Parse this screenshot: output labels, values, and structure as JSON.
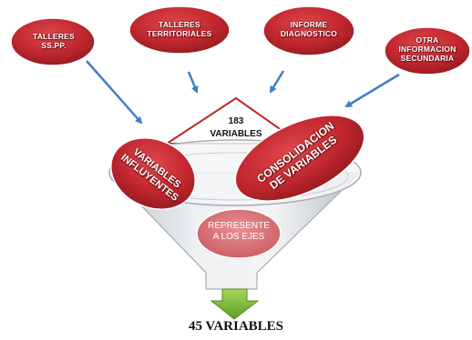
{
  "sources": [
    {
      "label": "TALLERES\nSS.PP."
    },
    {
      "label": "TALLERES\nTERRITORIALES"
    },
    {
      "label": "INFORME\nDIAGNOSTICO"
    },
    {
      "label": "OTRA\nINFORMACION\nSECUNDARIA"
    }
  ],
  "triangle": {
    "count": "183",
    "word": "VARIABLES"
  },
  "funnel": {
    "left": "VARIABLES\nINFLUYENTES",
    "right": "CONSOLIDACION\nDE VARIABLES",
    "bottom": "REPRESENTE\nA LOS EJES"
  },
  "result": "45 VARIABLES",
  "colors": {
    "ellipse_red": "#c0262d",
    "ellipse_dark": "#8e1a1f",
    "arrow_blue": "#3f7fc8",
    "funnel_grey": "#d8dce1",
    "triangle_red": "#c0262d",
    "down_arrow_green": "#7ec23a"
  }
}
